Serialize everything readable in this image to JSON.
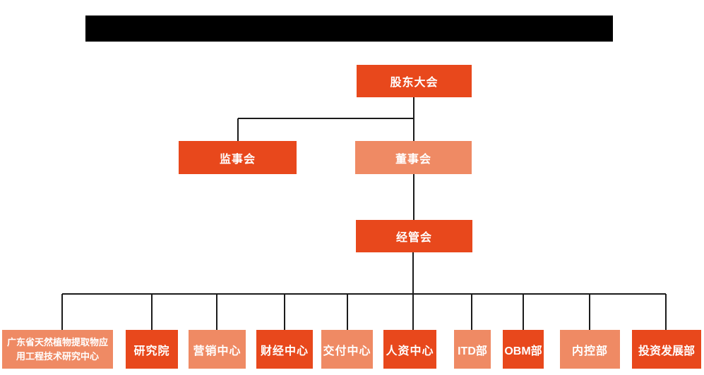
{
  "colors": {
    "primary_dark": "#E8481C",
    "primary_light": "#EF8A64",
    "connector": "#1B1B1B",
    "title_bar_bg": "#000000",
    "node_text": "#FFFFFF",
    "background": "#FFFFFF"
  },
  "org": {
    "root": {
      "label": "股东大会",
      "variant": "dark"
    },
    "supervisory": {
      "label": "监事会",
      "variant": "dark"
    },
    "board": {
      "label": "董事会",
      "variant": "light"
    },
    "management": {
      "label": "经管会",
      "variant": "dark"
    },
    "departments": [
      {
        "label": "广东省天然植物提取物应用工程技术研究中心",
        "variant": "light"
      },
      {
        "label": "研究院",
        "variant": "dark"
      },
      {
        "label": "营销中心",
        "variant": "light"
      },
      {
        "label": "财经中心",
        "variant": "dark"
      },
      {
        "label": "交付中心",
        "variant": "light"
      },
      {
        "label": "人资中心",
        "variant": "dark"
      },
      {
        "label": "ITD部",
        "variant": "light"
      },
      {
        "label": "OBM部",
        "variant": "dark"
      },
      {
        "label": "内控部",
        "variant": "light"
      },
      {
        "label": "投资发展部",
        "variant": "dark"
      }
    ]
  }
}
